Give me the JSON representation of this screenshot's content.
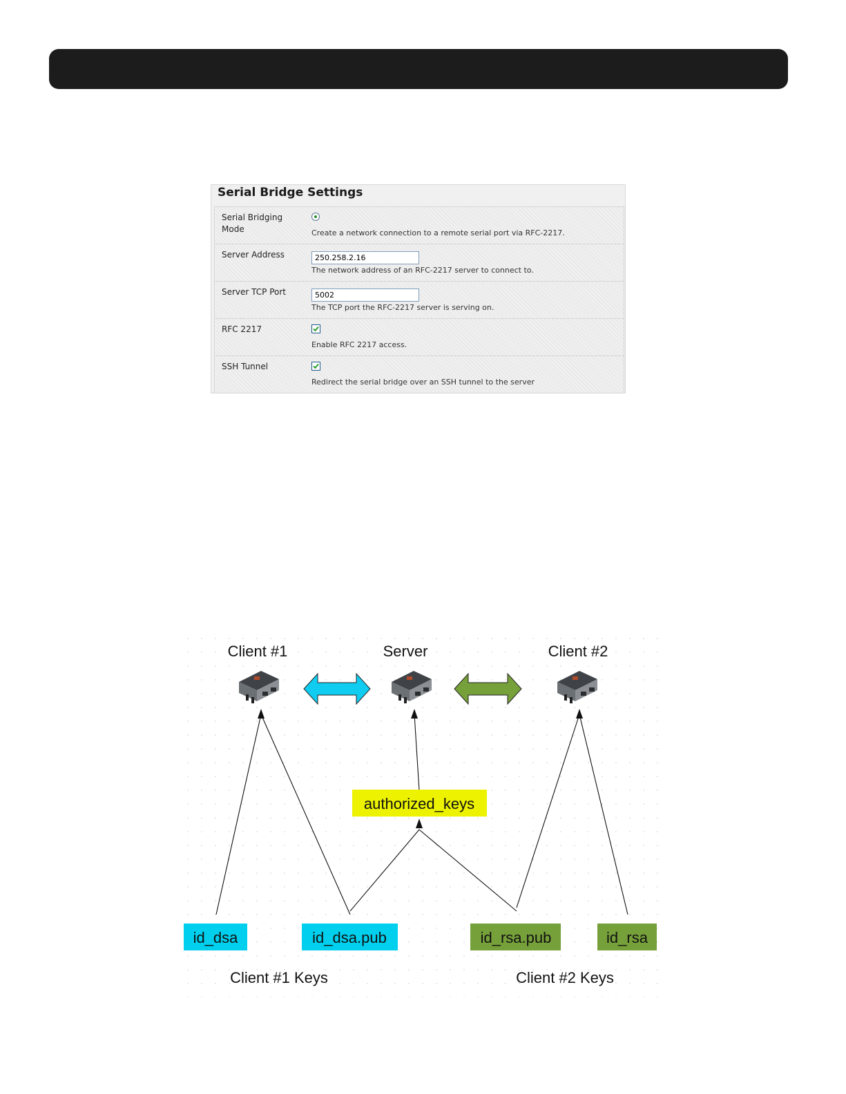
{
  "settings": {
    "title": "Serial Bridge Settings",
    "rows": [
      {
        "label": "Serial Bridging Mode",
        "control": "radio",
        "checked": true,
        "description": "Create a network connection to a remote serial port via RFC-2217."
      },
      {
        "label": "Server Address",
        "control": "text",
        "value": "250.258.2.16",
        "description": "The network address of an RFC-2217 server to connect to."
      },
      {
        "label": "Server TCP Port",
        "control": "text",
        "value": "5002",
        "description": "The TCP port the RFC-2217 server is serving on."
      },
      {
        "label": "RFC 2217",
        "control": "checkbox",
        "checked": true,
        "description": "Enable RFC 2217 access."
      },
      {
        "label": "SSH Tunnel",
        "control": "checkbox",
        "checked": true,
        "description": "Redirect the serial bridge over an SSH tunnel to the server"
      }
    ]
  },
  "diagram": {
    "devices": {
      "client1": "Client #1",
      "server": "Server",
      "client2": "Client #2"
    },
    "keys": {
      "authorized_keys": "authorized_keys",
      "id_dsa": "id_dsa",
      "id_dsa_pub": "id_dsa.pub",
      "id_rsa_pub": "id_rsa.pub",
      "id_rsa": "id_rsa"
    },
    "group_labels": {
      "client1_keys": "Client #1 Keys",
      "client2_keys": "Client #2 Keys"
    },
    "colors": {
      "client1_key": "#00d0ee",
      "client2_key": "#76a03a",
      "authorized_keys": "#ecf200",
      "arrow_client1": "#10ccf0",
      "arrow_client2": "#76a03a"
    }
  }
}
